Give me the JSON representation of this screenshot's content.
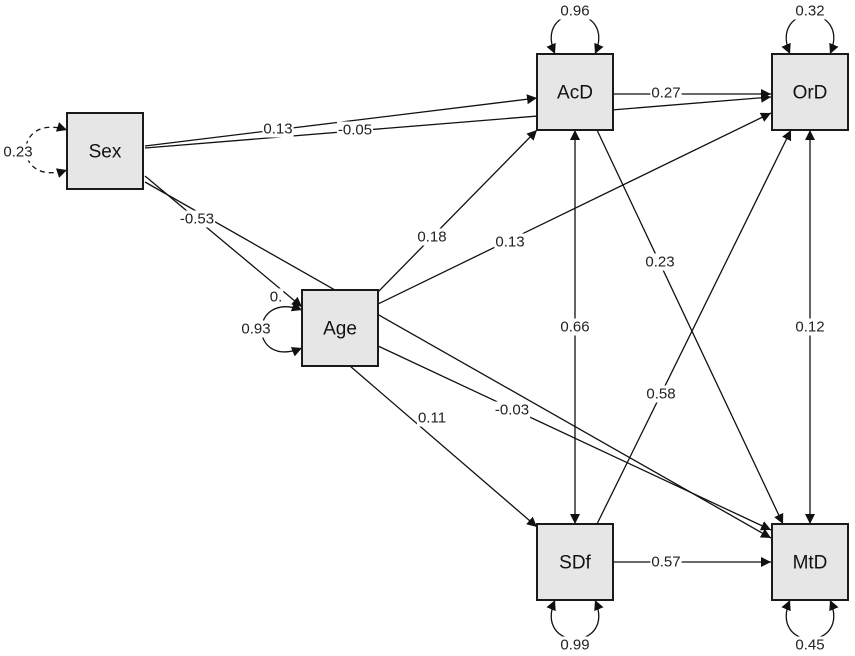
{
  "colors": {
    "node_fill": "#e6e6e6",
    "stroke": "#111111",
    "background": "#ffffff"
  },
  "nodes": {
    "sex": {
      "label": "Sex"
    },
    "age": {
      "label": "Age"
    },
    "acd": {
      "label": "AcD"
    },
    "ord": {
      "label": "OrD"
    },
    "sdf": {
      "label": "SDf"
    },
    "mtd": {
      "label": "MtD"
    }
  },
  "paths": {
    "sex_acd": "0.13",
    "sex_ord": "-0.05",
    "sex_age": "-0.53",
    "sex_mtd": "0.",
    "age_acd": "0.18",
    "age_ord": "0.13",
    "age_sdf": "0.11",
    "age_mtd": "-0.03",
    "acd_ord": "0.27",
    "acd_mtd": "0.23",
    "acd_sdf": "0.66",
    "sdf_ord": "0.58",
    "sdf_mtd": "0.57",
    "ord_mtd": "0.12"
  },
  "variances": {
    "sex": "0.23",
    "age": "0.93",
    "acd": "0.96",
    "ord": "0.32",
    "sdf": "0.99",
    "mtd": "0.45"
  }
}
